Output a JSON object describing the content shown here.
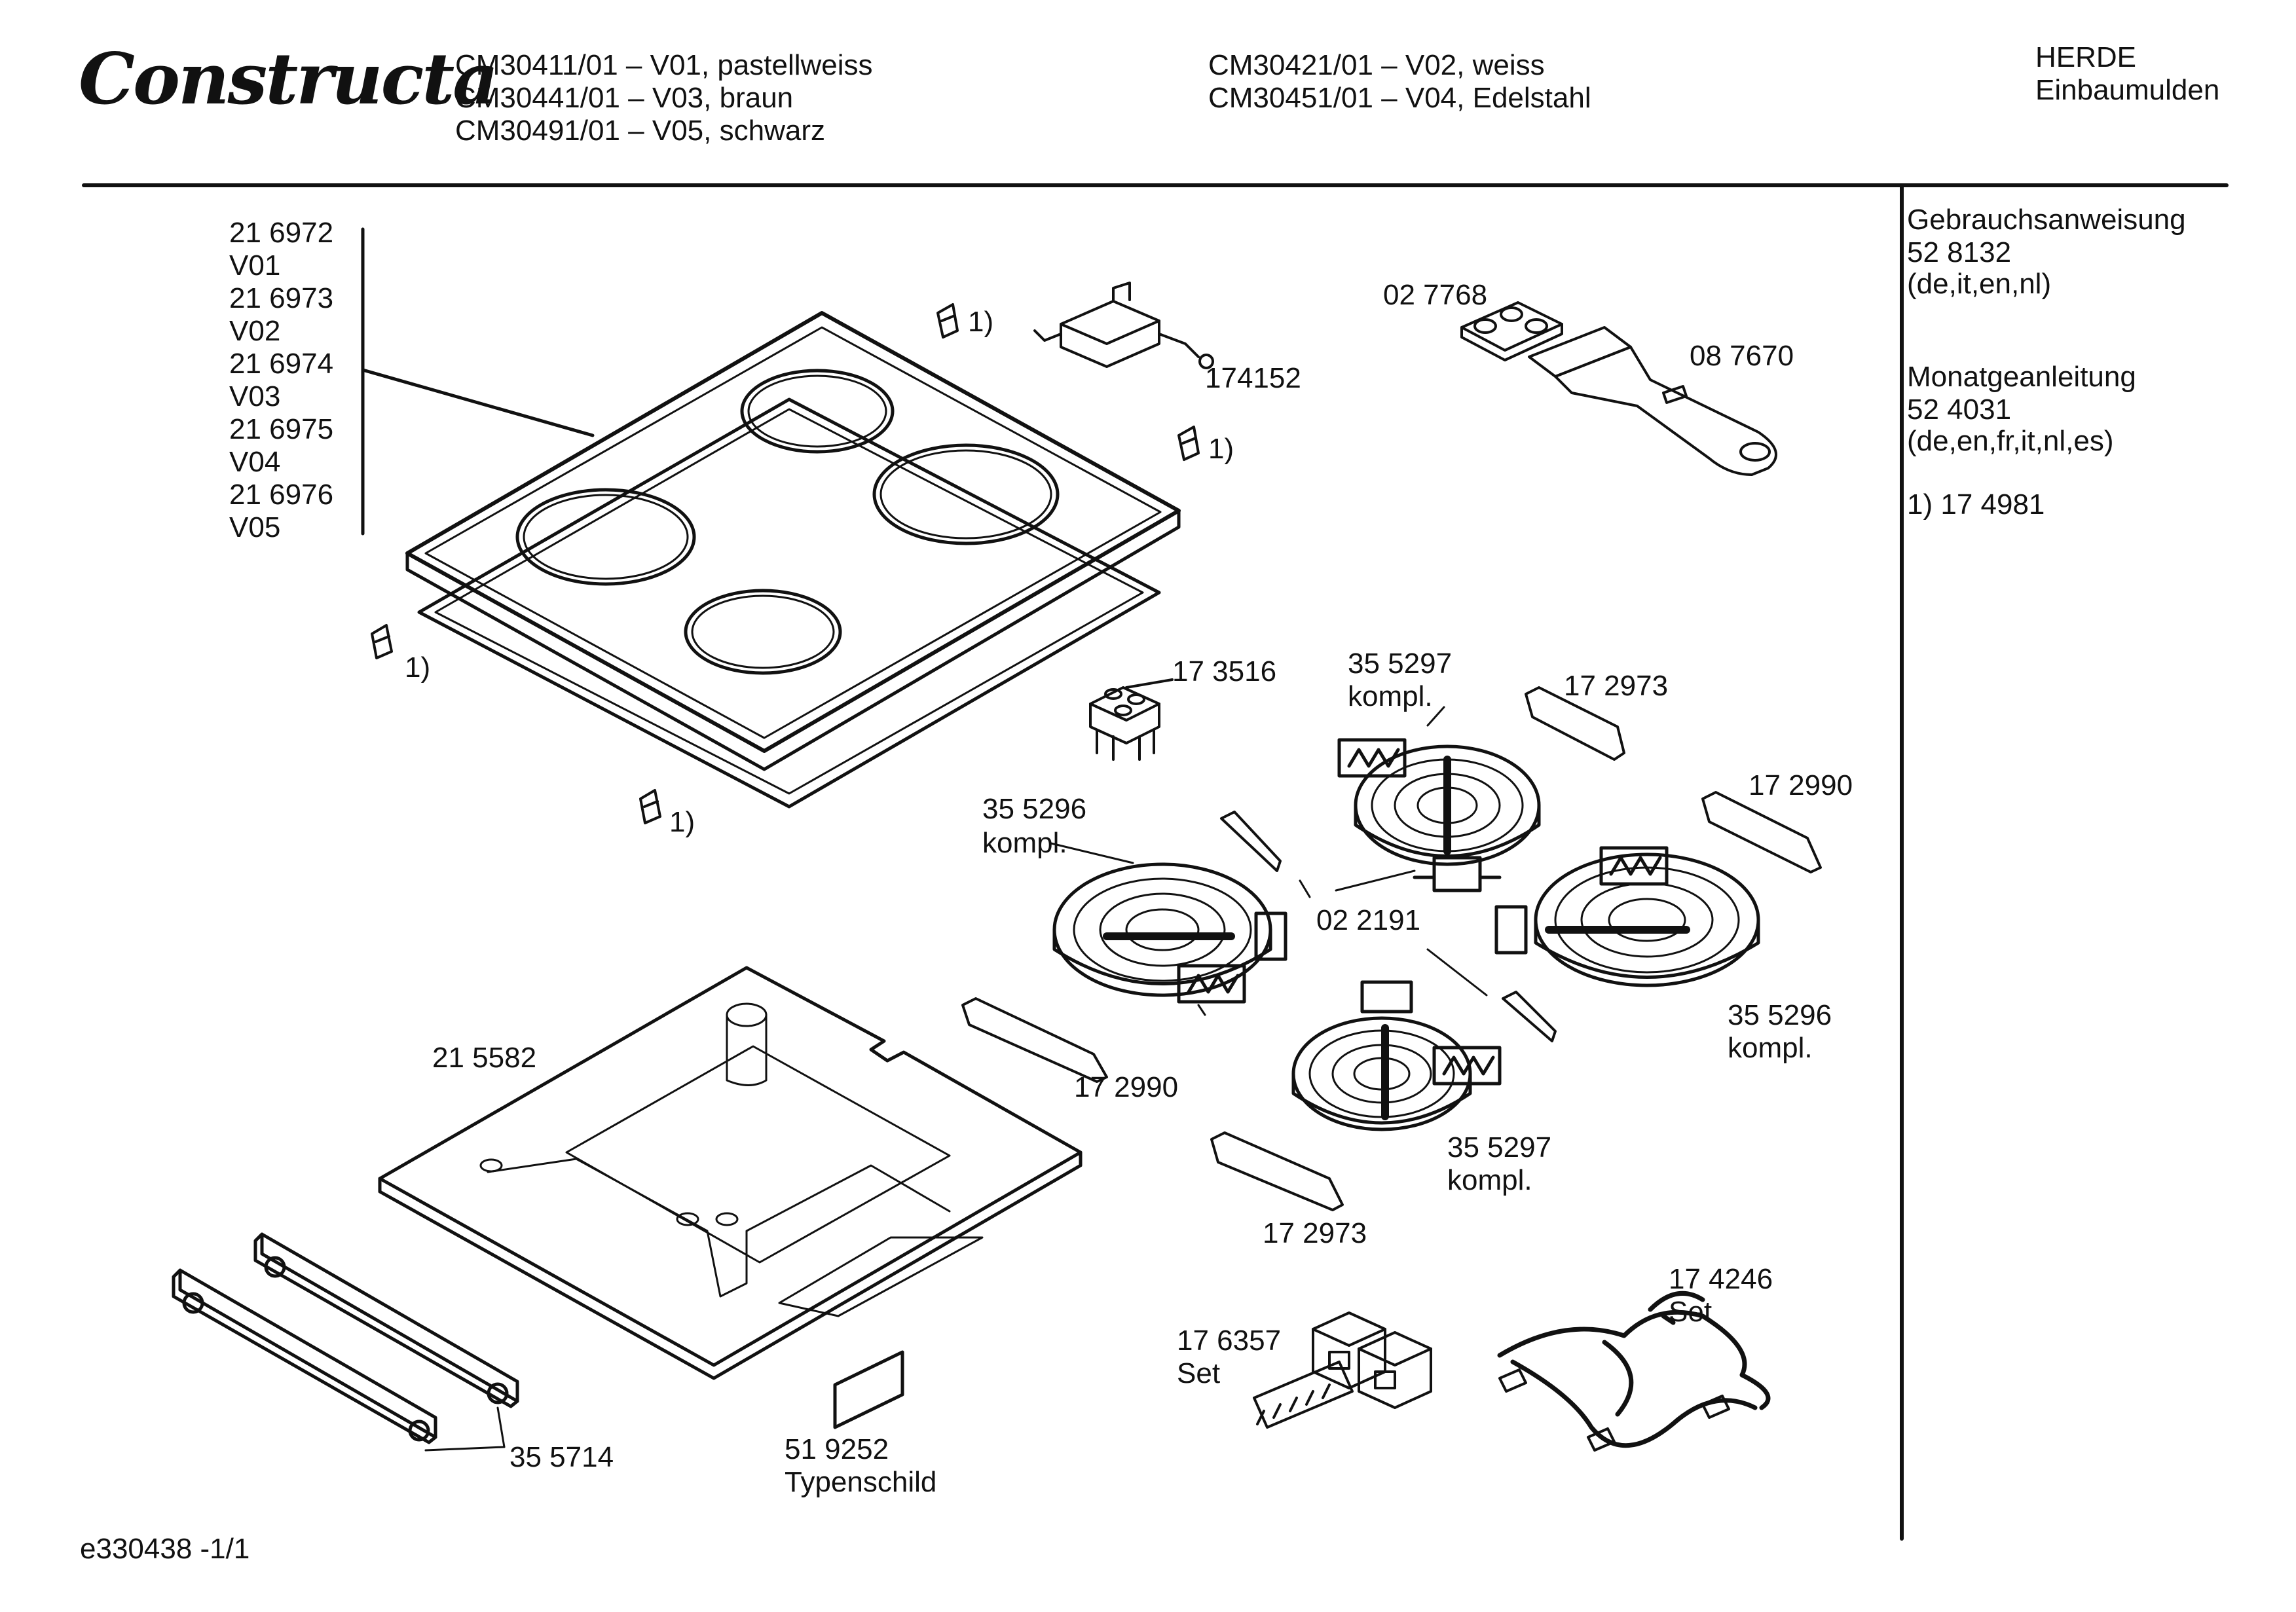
{
  "brand": "Constructa",
  "header": {
    "models_left": [
      "CM30411/01 – V01, pastellweiss",
      "CM30441/01 – V03, braun",
      "CM30491/01 – V05, schwarz"
    ],
    "models_right": [
      "CM30421/01 – V02, weiss",
      "CM30451/01 – V04, Edelstahl"
    ],
    "category": [
      "HERDE",
      "Einbaumulden"
    ]
  },
  "sidebar": {
    "manual_title": "Gebrauchsanweisung",
    "manual_number": "52 8132",
    "manual_langs": "(de,it,en,nl)",
    "install_title": "Monatgeanleitung",
    "install_number": "52 4031",
    "install_langs": "(de,en,fr,it,nl,es)",
    "footnote": "1) 17 4981"
  },
  "hob_variants": [
    {
      "part": "21 6972",
      "variant": "V01"
    },
    {
      "part": "21 6973",
      "variant": "V02"
    },
    {
      "part": "21 6974",
      "variant": "V03"
    },
    {
      "part": "21 6975",
      "variant": "V04"
    },
    {
      "part": "21 6976",
      "variant": "V05"
    }
  ],
  "callouts": {
    "ref_1a": "1)",
    "ref_1b": "1)",
    "ref_1c": "1)",
    "ref_1d": "1)",
    "p174152": "174152",
    "p027768": "02  7768",
    "p087670": "08 7670",
    "p173516": "17 3516",
    "p355297a": "35 5297",
    "kompl_a": "kompl.",
    "p172973a": "17 2973",
    "p172990a": "17 2990",
    "p355296a": "35 5296",
    "kompl_b": "kompl.",
    "p022191": "02 2191",
    "p355296b": "35 5296",
    "kompl_c": "kompl.",
    "p215582": "21 5582",
    "p172990b": "17 2990",
    "p355297b": "35 5297",
    "kompl_d": "kompl.",
    "p172973b": "17 2973",
    "p174246": "17 4246",
    "set_a": "Set",
    "p176357": "17 6357",
    "set_b": "Set",
    "p355714": "35 5714",
    "p519252": "51 9252",
    "typenschild": "Typenschild"
  },
  "footer": "e330438 -1/1"
}
